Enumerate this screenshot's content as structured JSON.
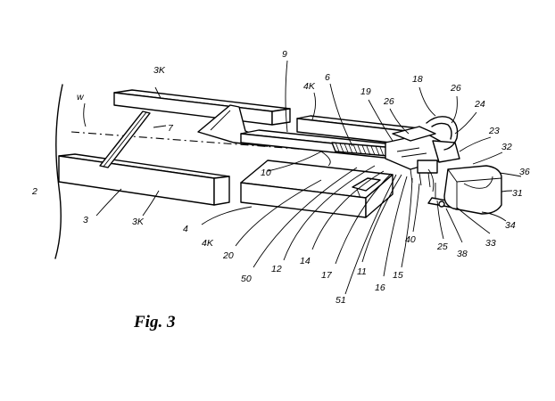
{
  "figure": {
    "caption": "Fig. 3",
    "labels": [
      {
        "key": "2",
        "text": "2"
      },
      {
        "key": "w",
        "text": "w"
      },
      {
        "key": "3K_top",
        "text": "3K"
      },
      {
        "key": "7",
        "text": "7"
      },
      {
        "key": "3",
        "text": "3"
      },
      {
        "key": "3K_bottom",
        "text": "3K"
      },
      {
        "key": "9",
        "text": "9"
      },
      {
        "key": "4K_top",
        "text": "4K"
      },
      {
        "key": "6",
        "text": "6"
      },
      {
        "key": "10",
        "text": "10"
      },
      {
        "key": "4",
        "text": "4"
      },
      {
        "key": "4K_bottom",
        "text": "4K"
      },
      {
        "key": "20",
        "text": "20"
      },
      {
        "key": "50",
        "text": "50"
      },
      {
        "key": "12",
        "text": "12"
      },
      {
        "key": "14",
        "text": "14"
      },
      {
        "key": "17",
        "text": "17"
      },
      {
        "key": "51",
        "text": "51"
      },
      {
        "key": "11",
        "text": "11"
      },
      {
        "key": "16",
        "text": "16"
      },
      {
        "key": "15",
        "text": "15"
      },
      {
        "key": "40",
        "text": "40"
      },
      {
        "key": "25",
        "text": "25"
      },
      {
        "key": "38",
        "text": "38"
      },
      {
        "key": "33",
        "text": "33"
      },
      {
        "key": "34",
        "text": "34"
      },
      {
        "key": "31",
        "text": "31"
      },
      {
        "key": "36",
        "text": "36"
      },
      {
        "key": "32",
        "text": "32"
      },
      {
        "key": "23",
        "text": "23"
      },
      {
        "key": "24",
        "text": "24"
      },
      {
        "key": "26_right",
        "text": "26"
      },
      {
        "key": "18",
        "text": "18"
      },
      {
        "key": "26_left",
        "text": "26"
      },
      {
        "key": "19",
        "text": "19"
      }
    ]
  }
}
